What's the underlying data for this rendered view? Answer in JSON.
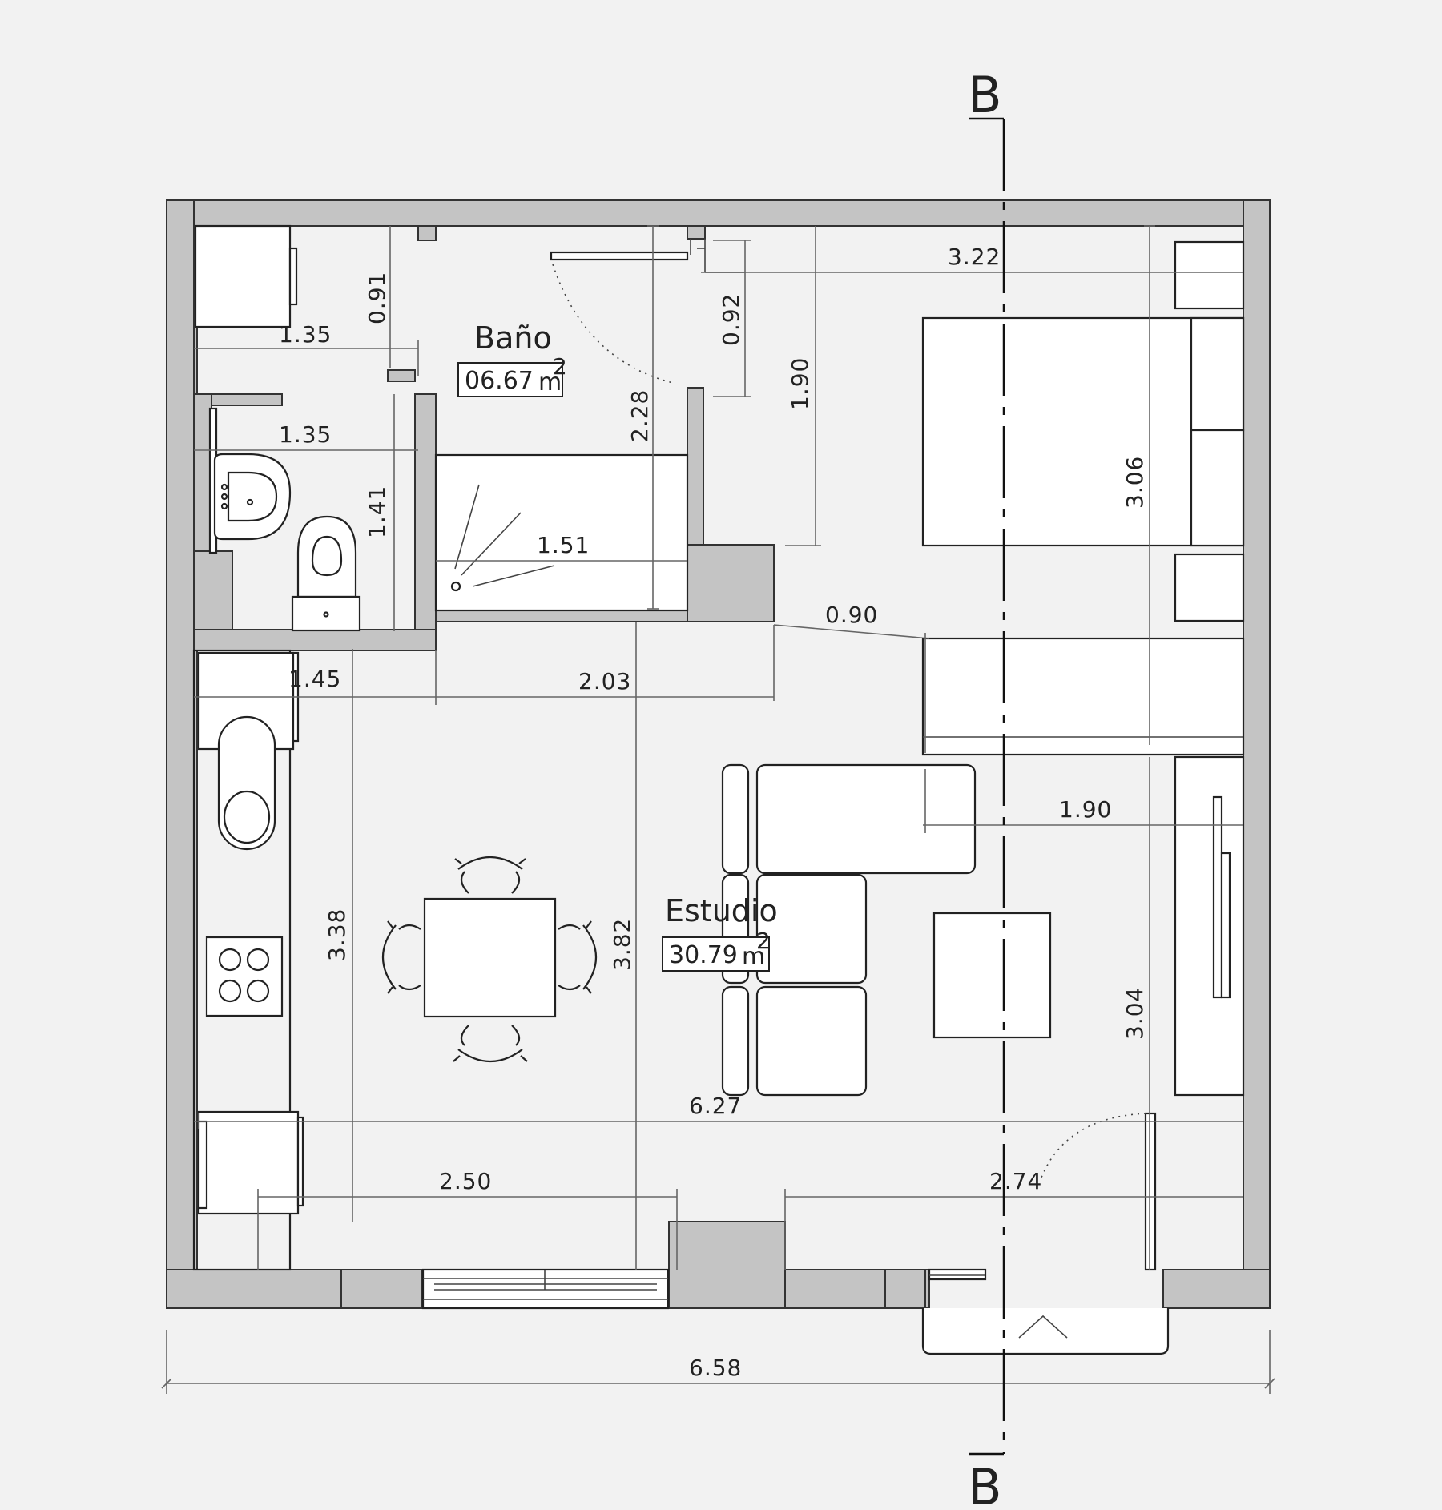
{
  "rooms": {
    "bano": {
      "name": "Baño",
      "area": "06.67",
      "unit": "m",
      "unit_sup": "2"
    },
    "estudio": {
      "name": "Estudio",
      "area": "30.79",
      "unit": "m",
      "unit_sup": "2"
    }
  },
  "section": {
    "top": "B",
    "bottom": "B"
  },
  "dimensions": {
    "d_091": "0.91",
    "d_092": "0.92",
    "d_190a": "1.90",
    "d_322": "3.22",
    "d_135a": "1.35",
    "d_135b": "1.35",
    "d_141": "1.41",
    "d_228": "2.28",
    "d_151": "1.51",
    "d_306": "3.06",
    "d_090": "0.90",
    "d_145": "1.45",
    "d_203": "2.03",
    "d_190b": "1.90",
    "d_338": "3.38",
    "d_382": "3.82",
    "d_304": "3.04",
    "d_627": "6.27",
    "d_250": "2.50",
    "d_274": "2.74",
    "d_658": "6.58"
  }
}
